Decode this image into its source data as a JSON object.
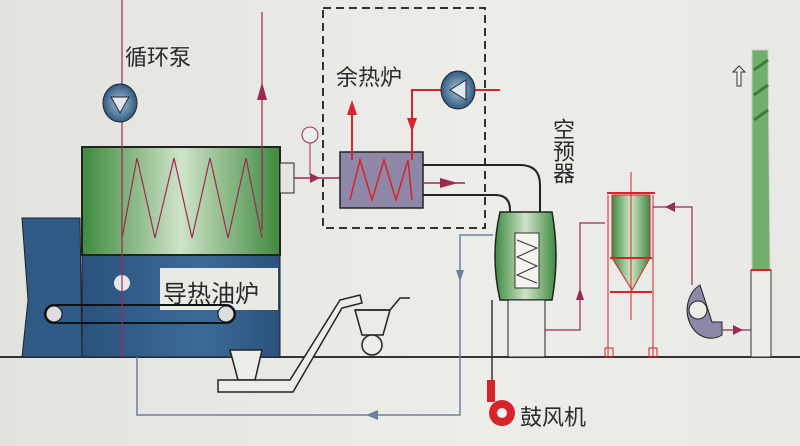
{
  "labels": {
    "circulation_pump": "循环泵",
    "waste_heat_furnace": "余热炉",
    "air_preheater": "空预器",
    "thermal_oil_furnace": "导热油炉",
    "blower": "鼓风机"
  },
  "colors": {
    "furnace_green": "#4f8f4a",
    "furnace_blue": "#2f5a86",
    "oil_line": "#9b2a55",
    "hot_line": "#d8232a",
    "return_line": "#6c7fa0"
  }
}
